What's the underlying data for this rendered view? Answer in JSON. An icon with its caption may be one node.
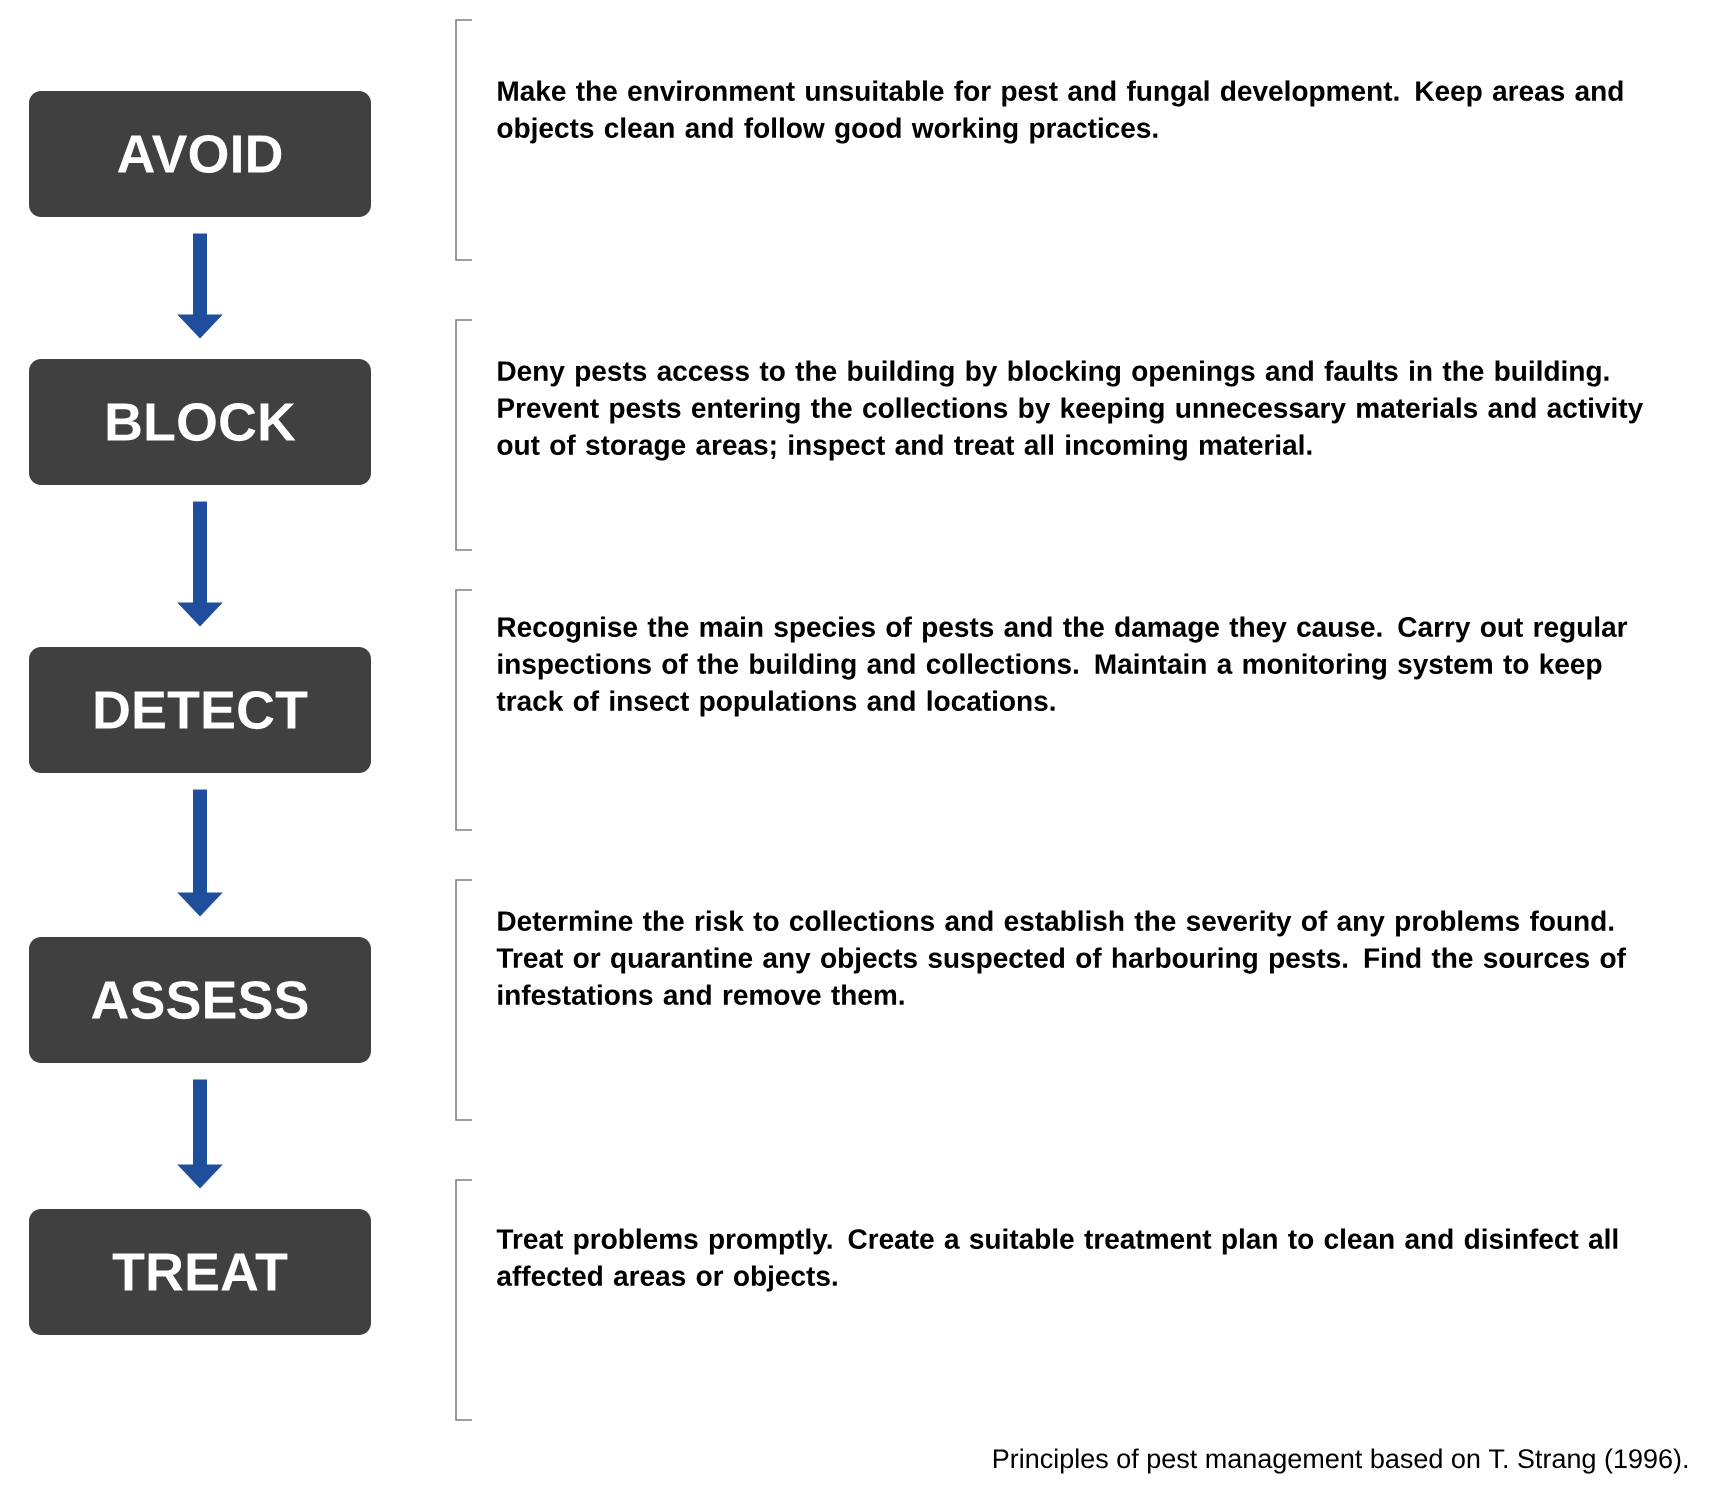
{
  "diagram": {
    "caption": "Principles of pest management based on T. Strang (1996).",
    "nodes": [
      {
        "text": [
          "AVOID"
        ]
      },
      {
        "text": [
          "BLOCK"
        ]
      },
      {
        "text": [
          "DETECT"
        ]
      },
      {
        "text": [
          "ASSESS"
        ]
      },
      {
        "text": [
          "TREAT"
        ]
      }
    ],
    "edges": [
      {
        "from": 0,
        "to": 1,
        "arrow": "to"
      },
      {
        "from": 1,
        "to": 2,
        "arrow": "to"
      },
      {
        "from": 2,
        "to": 3,
        "arrow": "to"
      },
      {
        "from": 3,
        "to": 4,
        "arrow": "to"
      }
    ],
    "labels": [
      "Make the environment unsuitable for pest and fungal development. Keep areas and objects clean and follow good working practices.",
      "Deny pests access to the building by blocking openings and faults in the building. Prevent pests entering the collections by keeping unnecessary materials and activity out of storage areas; inspect and treat all incoming material.",
      "Recognise the main species of pests and the damage they cause. Carry out regular inspections of the building and collections. Maintain a monitoring system to keep track of insect populations and locations.",
      "Determine the risk to collections and establish the severity of any problems found. Treat or quarantine any objects suspected of harbouring pests. Find the sources of infestations and remove them.",
      "Treat problems promptly. Create a suitable treatment plan to clean and disinfect all affected areas or objects."
    ]
  }
}
